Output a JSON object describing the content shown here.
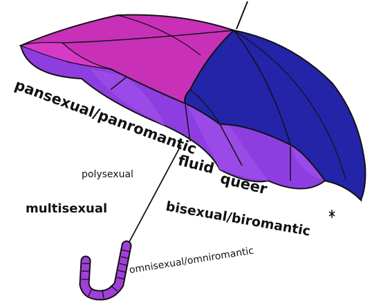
{
  "colors": {
    "pink": "#c930b8",
    "pink_light": "#d83ac8",
    "purple": "#8e3ee0",
    "purple_inner": "#9a4ae6",
    "blue": "#2424a8",
    "blue_dark": "#1a1a8c",
    "outline": "#111111",
    "handle": "#a040d8"
  },
  "labels": {
    "pansexual": "pansexual/panromantic",
    "fluid": "fluid",
    "queer": "queer",
    "polysexual": "polysexual",
    "multisexual": "multisexual",
    "bisexual": "bisexual/biromantic",
    "omnisexual": "omnisexual/omniromantic"
  }
}
